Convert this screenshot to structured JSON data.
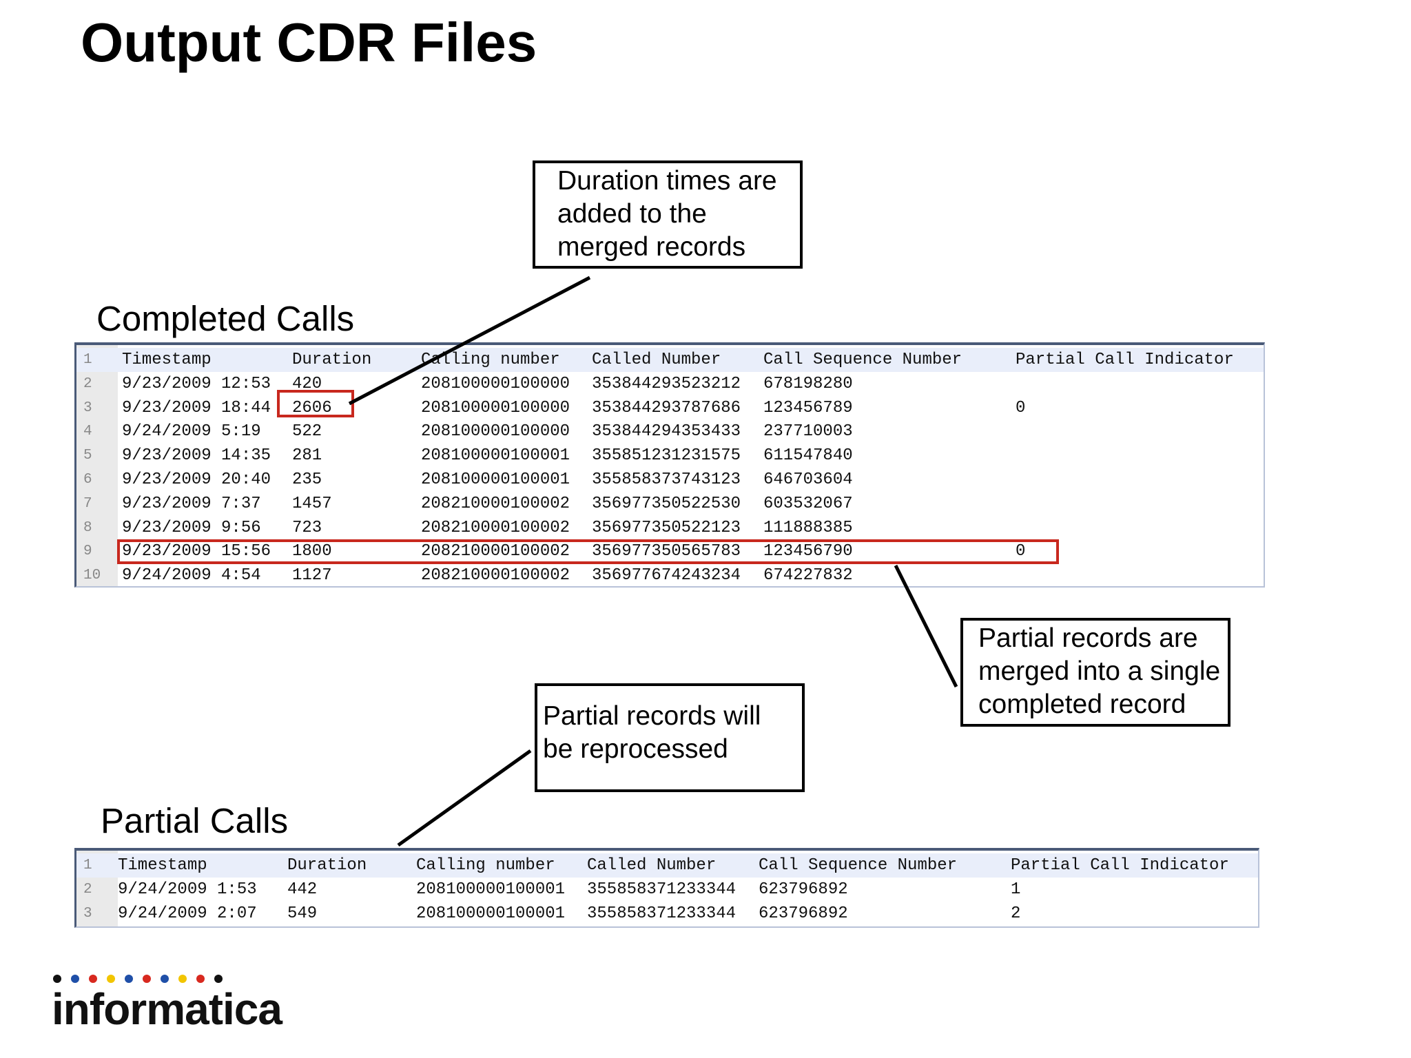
{
  "title": "Output CDR Files",
  "completed": {
    "label": "Completed Calls",
    "headers": [
      "Timestamp",
      "Duration",
      "Calling number",
      "Called Number",
      "Call Sequence Number",
      "Partial Call Indicator"
    ],
    "rows": [
      [
        "9/23/2009 12:53",
        "420",
        "208100000100000",
        "353844293523212",
        "678198280",
        ""
      ],
      [
        "9/23/2009 18:44",
        "2606",
        "208100000100000",
        "353844293787686",
        "123456789",
        "0"
      ],
      [
        "9/24/2009 5:19",
        "522",
        "208100000100000",
        "353844294353433",
        "237710003",
        ""
      ],
      [
        "9/23/2009 14:35",
        "281",
        "208100000100001",
        "355851231231575",
        "611547840",
        ""
      ],
      [
        "9/23/2009 20:40",
        "235",
        "208100000100001",
        "355858373743123",
        "646703604",
        ""
      ],
      [
        "9/23/2009 7:37",
        "1457",
        "208210000100002",
        "356977350522530",
        "603532067",
        ""
      ],
      [
        "9/23/2009 9:56",
        "723",
        "208210000100002",
        "356977350522123",
        "111888385",
        ""
      ],
      [
        "9/23/2009 15:56",
        "1800",
        "208210000100002",
        "356977350565783",
        "123456790",
        "0"
      ],
      [
        "9/24/2009 4:54",
        "1127",
        "208210000100002",
        "356977674243234",
        "674227832",
        ""
      ]
    ],
    "line_numbers": [
      "1",
      "2",
      "3",
      "4",
      "5",
      "6",
      "7",
      "8",
      "9",
      "10"
    ]
  },
  "partial": {
    "label": "Partial Calls",
    "headers": [
      "Timestamp",
      "Duration",
      "Calling number",
      "Called Number",
      "Call Sequence Number",
      "Partial Call Indicator"
    ],
    "rows": [
      [
        "9/24/2009 1:53",
        "442",
        "208100000100001",
        "355858371233344",
        "623796892",
        "1"
      ],
      [
        "9/24/2009 2:07",
        "549",
        "208100000100001",
        "355858371233344",
        "623796892",
        "2"
      ]
    ],
    "line_numbers": [
      "1",
      "2",
      "3"
    ]
  },
  "callouts": {
    "duration": [
      "Duration times are",
      "added to the",
      "merged records"
    ],
    "merged": [
      "Partial records are",
      "merged into a single",
      "completed record"
    ],
    "reprocessed": [
      "Partial records will",
      "be reprocessed"
    ]
  },
  "logo": {
    "text": "informatica",
    "dot_colors": [
      "#111111",
      "#1f4fa8",
      "#d8291f",
      "#f2c500",
      "#1f4fa8",
      "#d8291f",
      "#1f4fa8",
      "#f2c500",
      "#d8291f",
      "#111111"
    ]
  },
  "colors": {
    "highlight": "#c8281e",
    "table_header_bg": "#e9eefa"
  }
}
